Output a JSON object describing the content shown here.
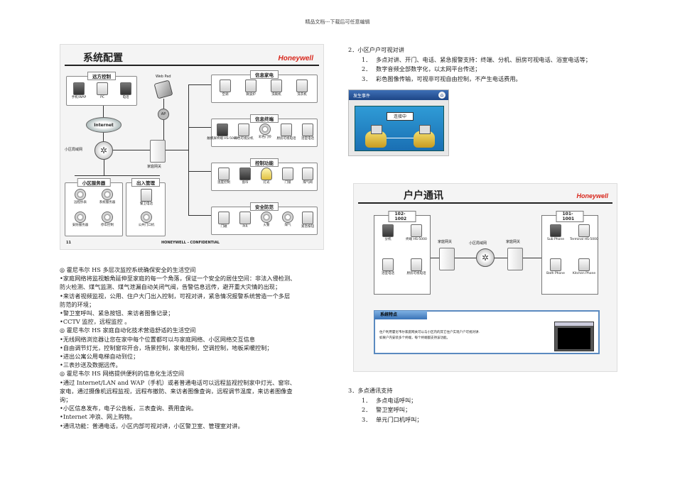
{
  "header": {
    "text": "精品文档---下载后可任意编辑"
  },
  "left_figure": {
    "title": "系统配置",
    "logo": "Honeywell",
    "remote_group": {
      "label": "远方控制",
      "devices": [
        "手机/WAP",
        "PC",
        "电话"
      ]
    },
    "webpad": "Web Pad",
    "ap": "AP",
    "internet": "Internet",
    "community_gateway": "小区局域网",
    "home_gateway": "家庭网关",
    "appliances_group": {
      "label": "信息家电",
      "devices": [
        "空调",
        "微波炉",
        "洗碗机",
        "洗衣机"
      ]
    },
    "terminals_group": {
      "label": "信息终端",
      "devices": [
        "触摸屏终端 HS-5000",
        "彩色可视分机",
        "彩色门铃",
        "厨房可视电话",
        "浴室电话"
      ]
    },
    "control_group": {
      "label": "控制功能",
      "devices": [
        "温度控制",
        "窗帘",
        "灯光",
        "门锁",
        "煤气阀"
      ]
    },
    "security_group": {
      "label": "安全防范",
      "devices": [
        "门磁",
        "PIR",
        "火警",
        "煤气",
        "紧急按钮"
      ]
    },
    "server_group": {
      "label": "小区服务器",
      "devices": [
        "远程抄表",
        "系统服务器",
        "安防服务器",
        "停车控制"
      ]
    },
    "entry_group": {
      "label": "出入管理",
      "devices": [
        "警卫电话",
        "公共门口机"
      ]
    },
    "page_no": "11",
    "confidential": "HONEYWELL - CONFIDENTIAL"
  },
  "left_text": [
    "◎  霍尼韦尔 HS 多层次监控系统确保安全的生活空间",
    "•家庭网络将监视触角延伸至家庭的每一个角落，保证一个安全的居住空间：非法入侵检测、",
    "防火检测、煤气监测、煤气泄漏自动关闭气阀，告警信息远传，避开重大灾情的出现；",
    "•来访者视频监视，公用、住户大门出入控制，可视对讲，紧急情况报警系统营造一个多层",
    "防范的环境；",
    "•警卫室呼叫、紧急按钮、来访者图像记录；",
    "•CCTV 监控，远程监控  。",
    "◎  霍尼韦尔 HS 家庭自动化技术营造舒适的生活空间",
    "•无线网络浏览器让您在家中每个位置都可以与家庭网络、小区网络交互信息",
    "•自由调节灯光，控制窗帘开合，场景控制，家电控制，空调控制，地板采暖控制；",
    "•进出公寓公用电梯自动到位；",
    "•三表抄送及数据远传。",
    "◎  霍尼韦尔 HS 网络提供便利的信息化生活空间",
    "•通过 Internet/LAN and WAP（手机）或者普通电话可以远程监视控制家中灯光、窗帘、",
    "家电，通过摄像机远程监视，远程布撤防、来访者图像查询，远程调节温度，来访者图像查",
    "询；",
    "•小区信息发布，电子公告板，三表查询、费用查询。",
    "•Internet 冲浪、网上购物。",
    "•通讯功能：普通电话，小区内部可视对讲，小区警卫室、管理室对讲。"
  ],
  "right_top": {
    "heading": "2．小区户户可视对讲",
    "items": [
      {
        "n": "1．",
        "text": "多点对讲、开门、电话、紧急报警支持：终端、分机、厨房可视电话、浴室电话等；"
      },
      {
        "n": "2．",
        "text": "数字音频全部数字化，以太网平台传送；"
      },
      {
        "n": "3．",
        "text": "彩色图像传输，可视非可视自由控制，不产生电话费用。"
      }
    ]
  },
  "alarm_figure": {
    "header": "发生事件",
    "status": "连接中"
  },
  "right_figure": {
    "title": "户户通讯",
    "logo": "Honeywell",
    "room_a": {
      "label": "102-1002",
      "devices": [
        "分机",
        "终端 HS-5000",
        "浴室电话",
        "厨房可视电话"
      ]
    },
    "room_b": {
      "label": "101-1001",
      "devices": [
        "Sub Phone",
        "Terminal HS-5000",
        "Bath Phone",
        "Kitchen Phone"
      ]
    },
    "gateway_a": "家庭网关",
    "gateway_b": "家庭网关",
    "lan": "小区局域网",
    "feature_label": "系统特点",
    "feature_lines": [
      "住户利用霍尼韦尔家庭网关可以与小区内的其它住户实现户户可视对讲.",
      "如果户内安装多个终端，每个终端都支持该功能。"
    ]
  },
  "right_bottom": {
    "heading": "3．多点通讯支持",
    "items": [
      {
        "n": "1．",
        "text": "多点电话呼叫；"
      },
      {
        "n": "2．",
        "text": "警卫室呼叫；"
      },
      {
        "n": "3．",
        "text": "单元门口机呼叫；"
      }
    ]
  }
}
